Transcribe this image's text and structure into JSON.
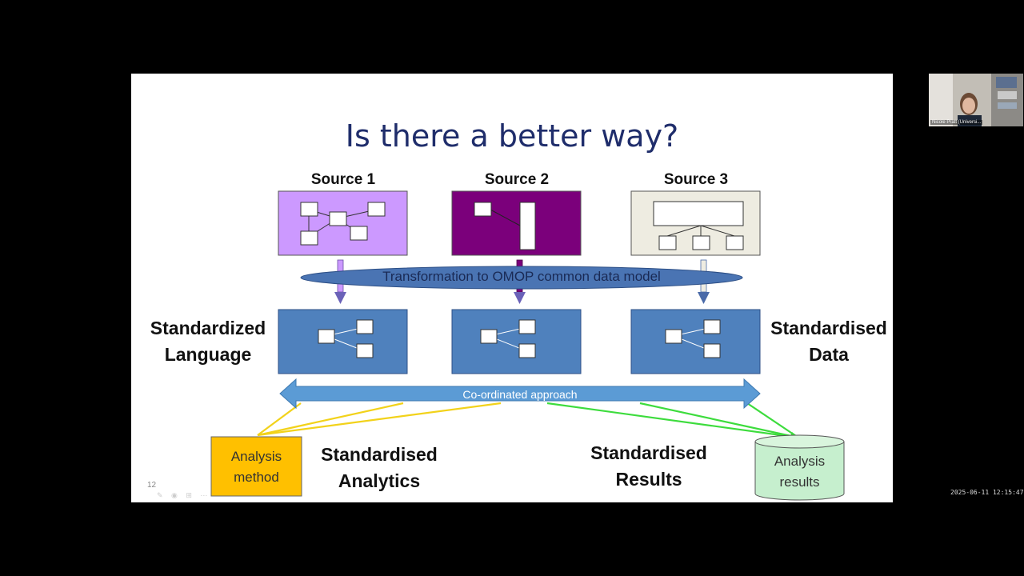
{
  "slide": {
    "title": "Is there a better way?",
    "sources": [
      {
        "label": "Source 1",
        "color": "#cc99ff"
      },
      {
        "label": "Source 2",
        "color": "#7b007b"
      },
      {
        "label": "Source 3",
        "color": "#eeece1"
      }
    ],
    "transformation_label": "Transformation to OMOP common data model",
    "standardized_language": [
      "Standardized",
      "Language"
    ],
    "standardised_data": [
      "Standardised",
      "Data"
    ],
    "coordinated_label": "Co-ordinated approach",
    "analysis_method": [
      "Analysis",
      "method"
    ],
    "standardised_analytics": [
      "Standardised",
      "Analytics"
    ],
    "standardised_results": [
      "Standardised",
      "Results"
    ],
    "analysis_results": [
      "Analysis",
      "results"
    ],
    "slide_number": "12",
    "colors": {
      "title": "#1f2d6b",
      "standard_box": "#4f81bd",
      "oval": "#4a74b3",
      "arrow": "#5b9bd5",
      "method_box": "#ffc000",
      "results_cylinder": "#c6efce",
      "yellow_lines": "#f2d21a",
      "green_lines": "#3ddc3d"
    }
  },
  "webcam": {
    "name": "Nicole Pratt (Universi..."
  },
  "timestamp": "2025-06-11 12:15:47"
}
